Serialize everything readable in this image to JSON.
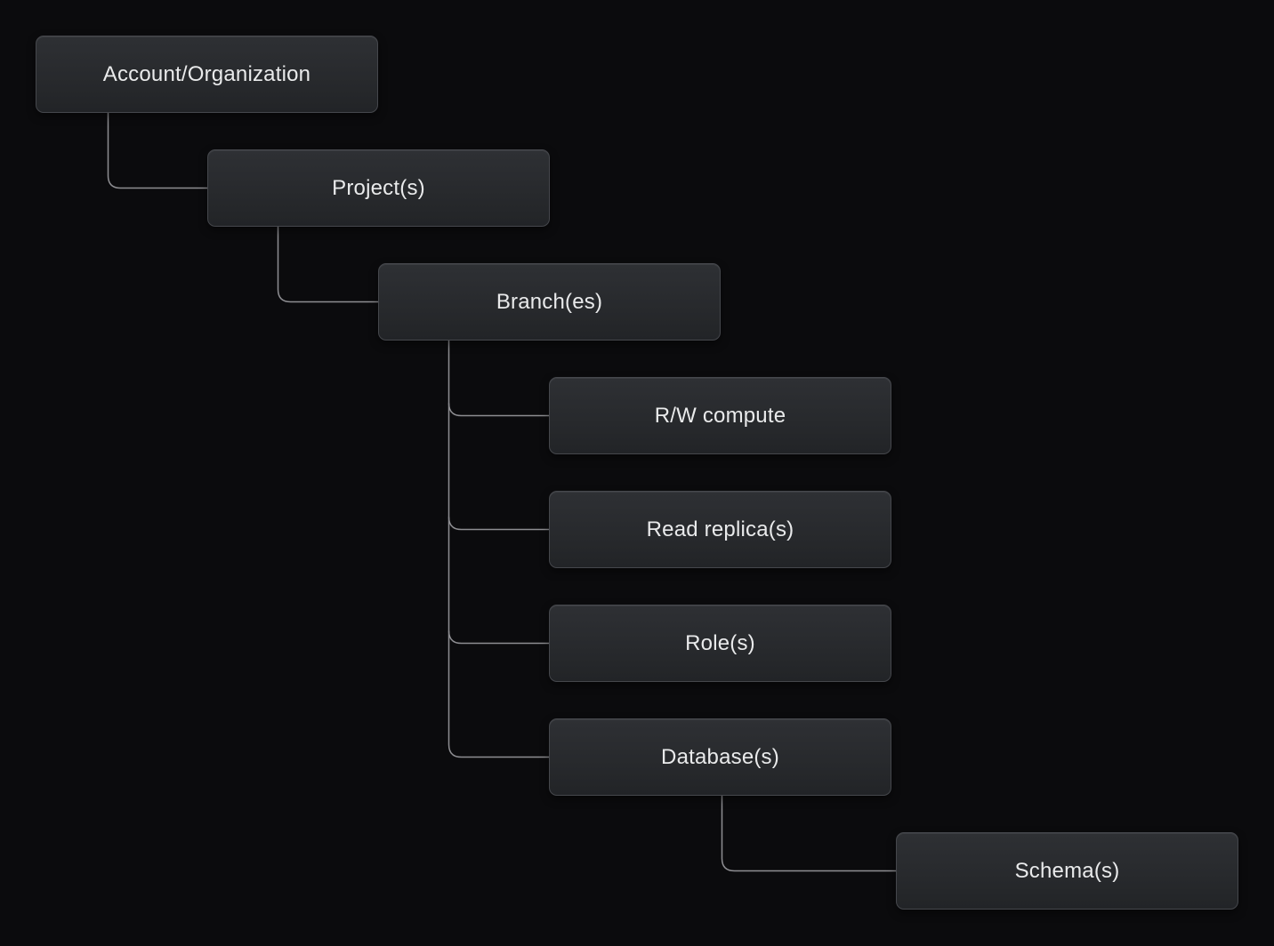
{
  "diagram": {
    "nodes": [
      {
        "id": "account-organization",
        "label": "Account/Organization"
      },
      {
        "id": "projects",
        "label": "Project(s)"
      },
      {
        "id": "branches",
        "label": "Branch(es)"
      },
      {
        "id": "rw-compute",
        "label": "R/W compute"
      },
      {
        "id": "read-replicas",
        "label": "Read replica(s)"
      },
      {
        "id": "roles",
        "label": "Role(s)"
      },
      {
        "id": "databases",
        "label": "Database(s)"
      },
      {
        "id": "schemas",
        "label": "Schema(s)"
      }
    ],
    "edges": [
      {
        "from": "Account/Organization",
        "to": "Project(s)"
      },
      {
        "from": "Project(s)",
        "to": "Branch(es)"
      },
      {
        "from": "Branch(es)",
        "to": "R/W compute"
      },
      {
        "from": "Branch(es)",
        "to": "Read replica(s)"
      },
      {
        "from": "Branch(es)",
        "to": "Role(s)"
      },
      {
        "from": "Branch(es)",
        "to": "Database(s)"
      },
      {
        "from": "Database(s)",
        "to": "Schema(s)"
      }
    ],
    "colors": {
      "background": "#0b0b0d",
      "node_fill_top": "#2e3034",
      "node_fill_bottom": "#222427",
      "node_border": "#45474c",
      "connector_line": "#8e8e92",
      "text": "#e9eaeb"
    }
  }
}
